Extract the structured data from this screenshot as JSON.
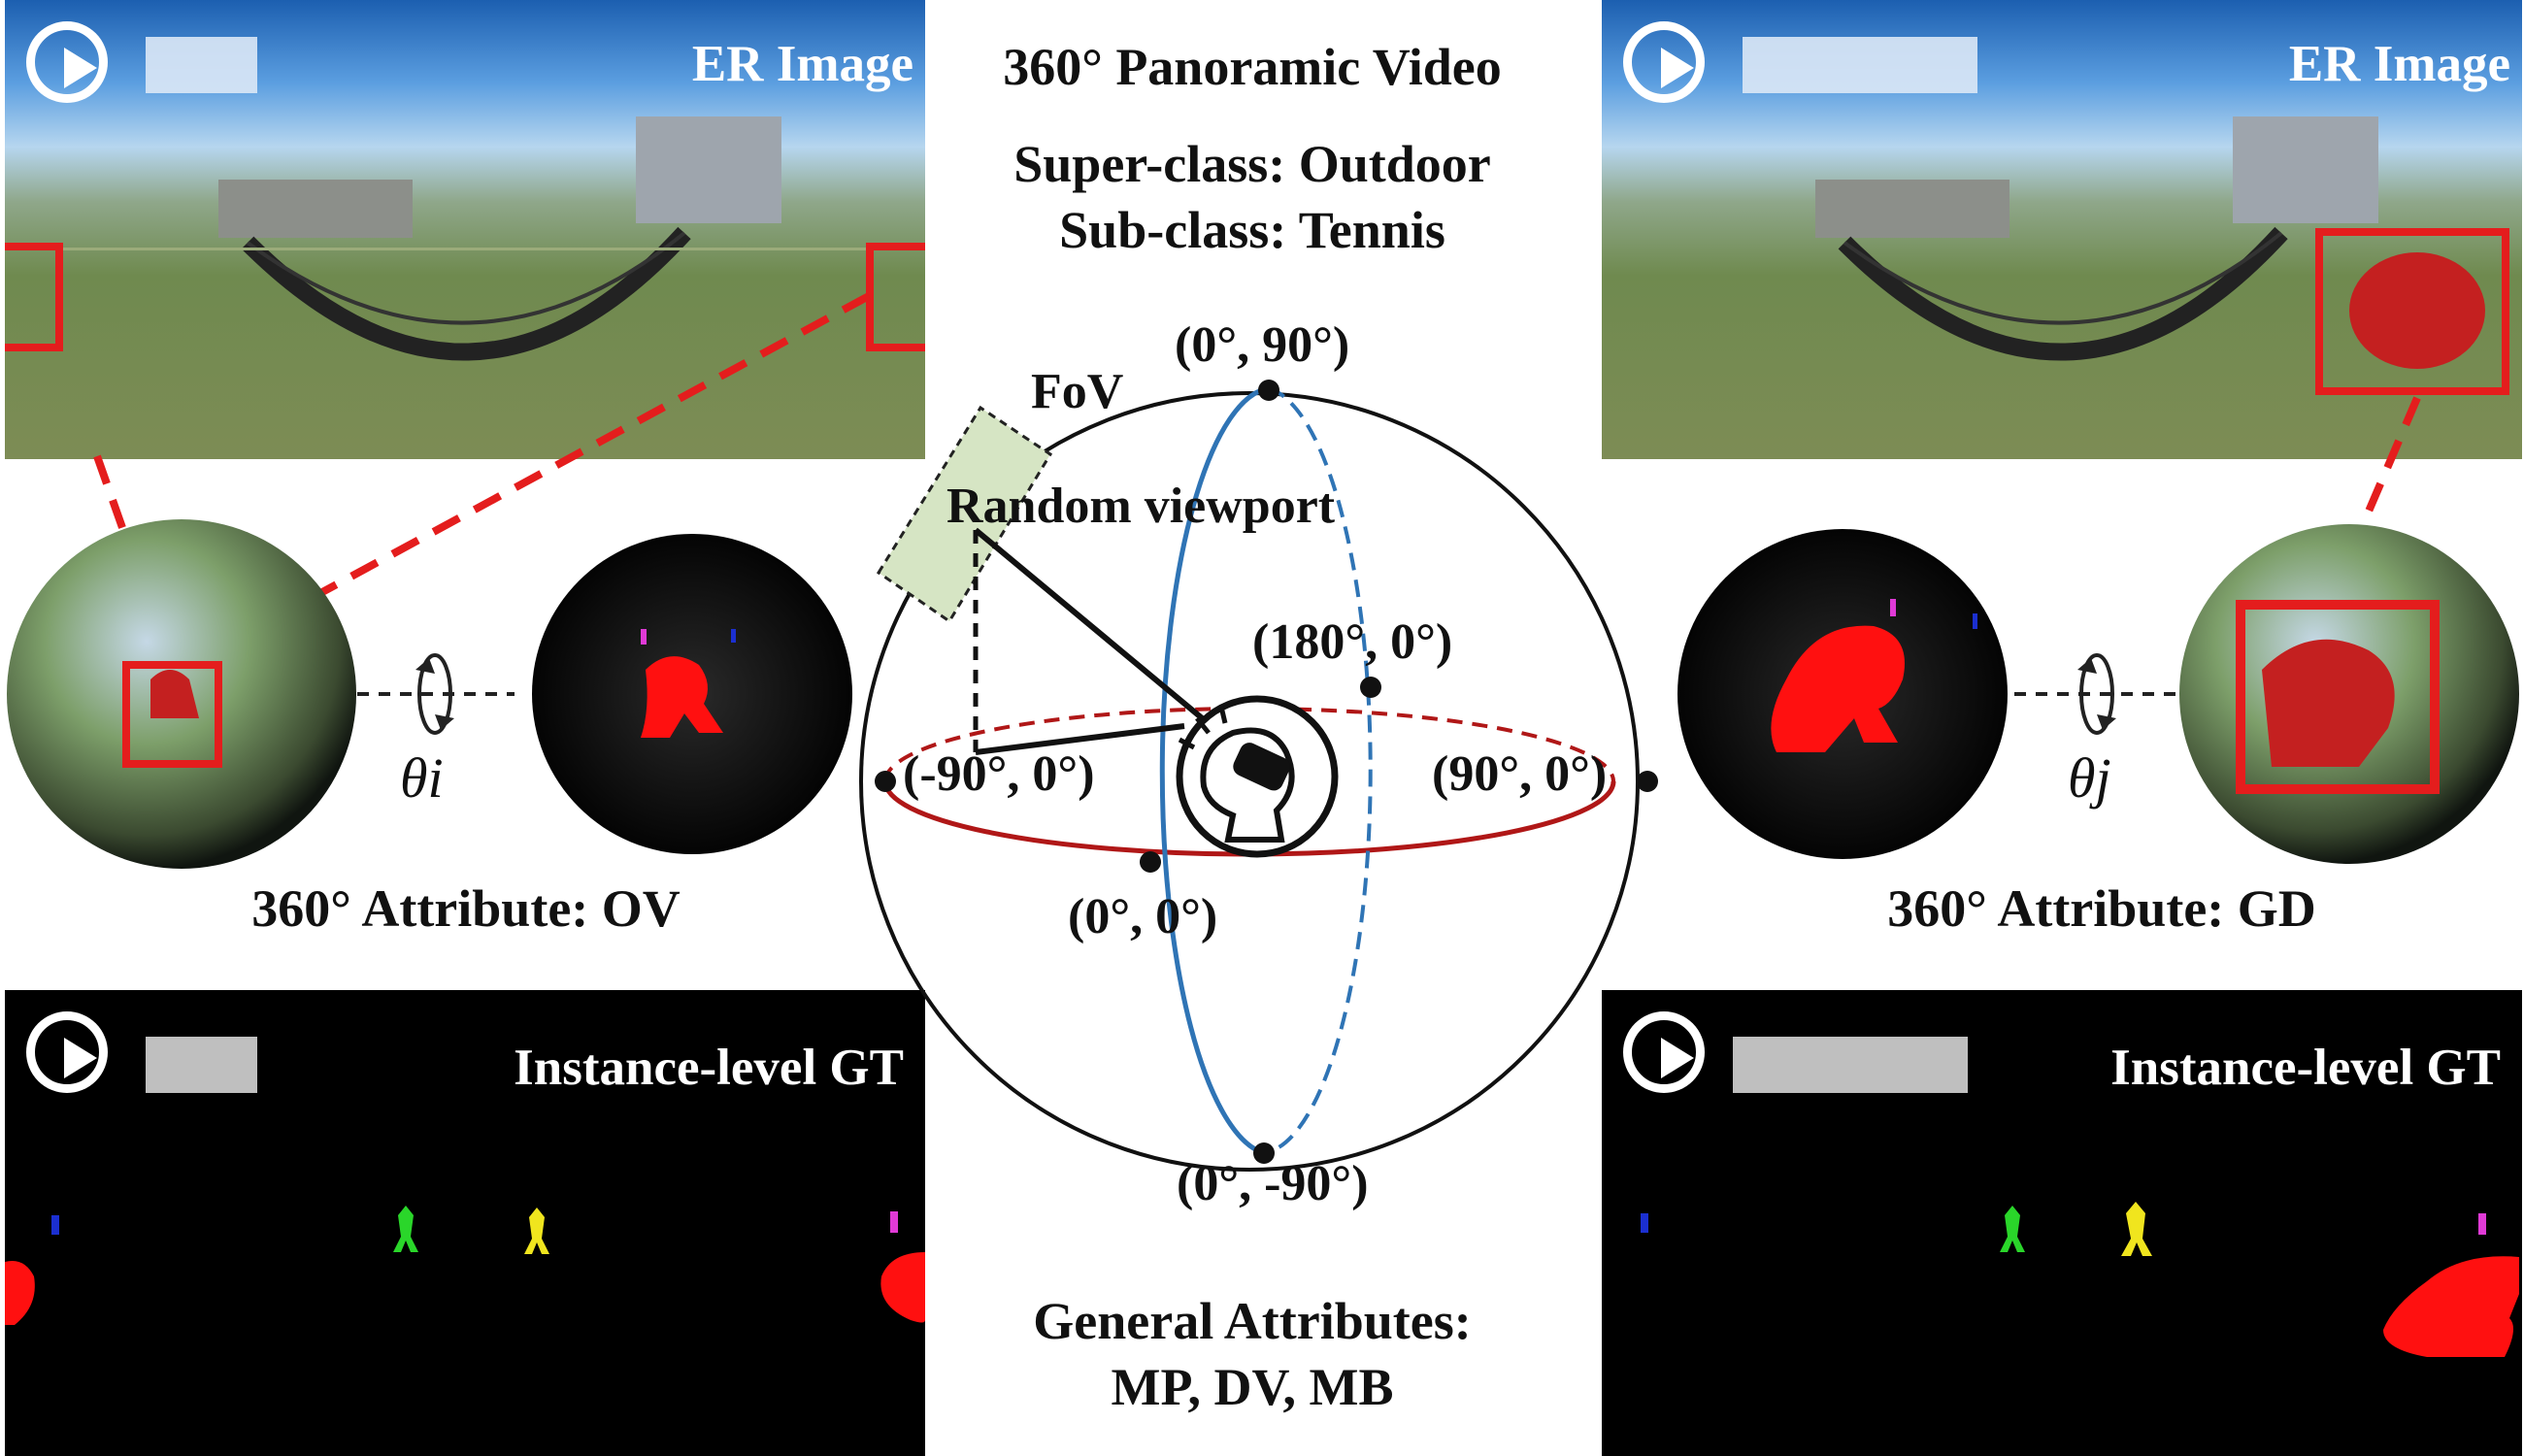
{
  "center": {
    "title": "360° Panoramic Video",
    "superclass": "Super-class: Outdoor",
    "subclass": "Sub-class: Tennis",
    "general_attributes_line1": "General Attributes:",
    "general_attributes_line2": "MP, DV, MB"
  },
  "sphere": {
    "fov_label": "FoV",
    "viewport_label": "Random viewport",
    "coord_top": "(0°, 90°)",
    "coord_bottom": "(0°, -90°)",
    "coord_left": "(-90°, 0°)",
    "coord_right": "(90°, 0°)",
    "coord_back": "(180°, 0°)",
    "coord_front": "(0°, 0°)"
  },
  "left": {
    "er_title": "ER Image",
    "gt_title": "Instance-level GT",
    "rotation_label": "θi",
    "attribute": "360° Attribute: OV"
  },
  "right": {
    "er_title": "ER Image",
    "gt_title": "Instance-level GT",
    "rotation_label": "θj",
    "attribute": "360° Attribute: GD"
  },
  "colors": {
    "highlight": "#e41d1d",
    "meridian": "#2f74b5",
    "equator": "#b01717",
    "fov": "#d6e5c4"
  }
}
